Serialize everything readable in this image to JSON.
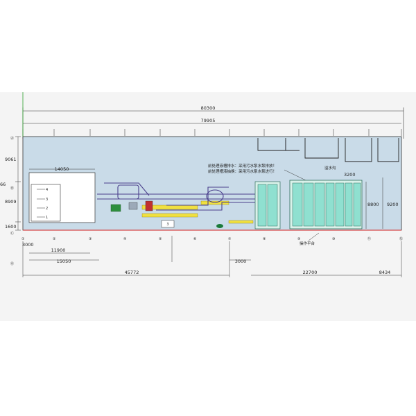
{
  "dimensions": {
    "total_top": "80300",
    "inner_top": "79905",
    "room_width": "14050",
    "tank_width": "9200",
    "left_upper": "9061",
    "left_lower": "8909",
    "left_edge": "66",
    "left_bottom": "1600",
    "b1": "3000",
    "b2": "11900",
    "b3": "15050",
    "b4": "45772",
    "b5": "3000",
    "b6": "22700",
    "b7": "8434",
    "r1": "8800",
    "r2": "9200",
    "r3": "3200"
  },
  "annotations": {
    "note1": "前处理液槽排水：采用污水泵水泵排放！",
    "note2": "前处理槽液抽换：采用污水泵水泵进行！",
    "trench": "溢水沟",
    "platform": "操作平台"
  },
  "axis_labels": [
    "①",
    "②",
    "③",
    "④",
    "⑤",
    "⑥",
    "⑦",
    "⑧",
    "⑨",
    "⑩",
    "⑪",
    "⑫"
  ],
  "row_labels": [
    "Ⓐ",
    "Ⓑ",
    "Ⓒ",
    "Ⓓ"
  ],
  "tank_row_labels": [
    "4",
    "3",
    "2",
    "1"
  ],
  "colors": {
    "floor": "#c9dbe8",
    "tanks": "#8fe0d0",
    "tank_outline": "#2c6b5a",
    "conveyor": "#f0e040",
    "pipe": "#4a3f8c",
    "red_line": "#d02020"
  }
}
